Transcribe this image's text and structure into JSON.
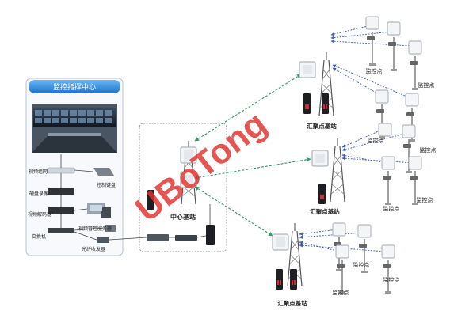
{
  "control_center": {
    "title": "监控指挥中心",
    "labels": {
      "video_network": "视频组网",
      "control_keyboard": "控制键盘",
      "disk_storage": "硬盘录像",
      "video_decoder": "视频解码器",
      "media_server": "视频管理服务器",
      "switch": "交换机",
      "fiber_transceiver": "光纤收发器"
    }
  },
  "center_station": {
    "label": "中心基站"
  },
  "aggregation_stations": [
    {
      "label": "汇聚点基站"
    },
    {
      "label": "汇聚点基站"
    },
    {
      "label": "汇聚点基站"
    }
  ],
  "monitor_points": [
    {
      "label": "监控点"
    },
    {
      "label": "监控点"
    },
    {
      "label": "监控点"
    },
    {
      "label": "监控点"
    },
    {
      "label": "监控点"
    },
    {
      "label": "监控点"
    },
    {
      "label": "监控点"
    },
    {
      "label": "监控点"
    },
    {
      "label": "监控点"
    }
  ],
  "watermark": "UBoTong",
  "colors": {
    "header_blue": "#2f8fe0",
    "link_blue": "#3a5bb8",
    "link_green": "#2e9a62",
    "watermark_red": "#e0322e"
  }
}
